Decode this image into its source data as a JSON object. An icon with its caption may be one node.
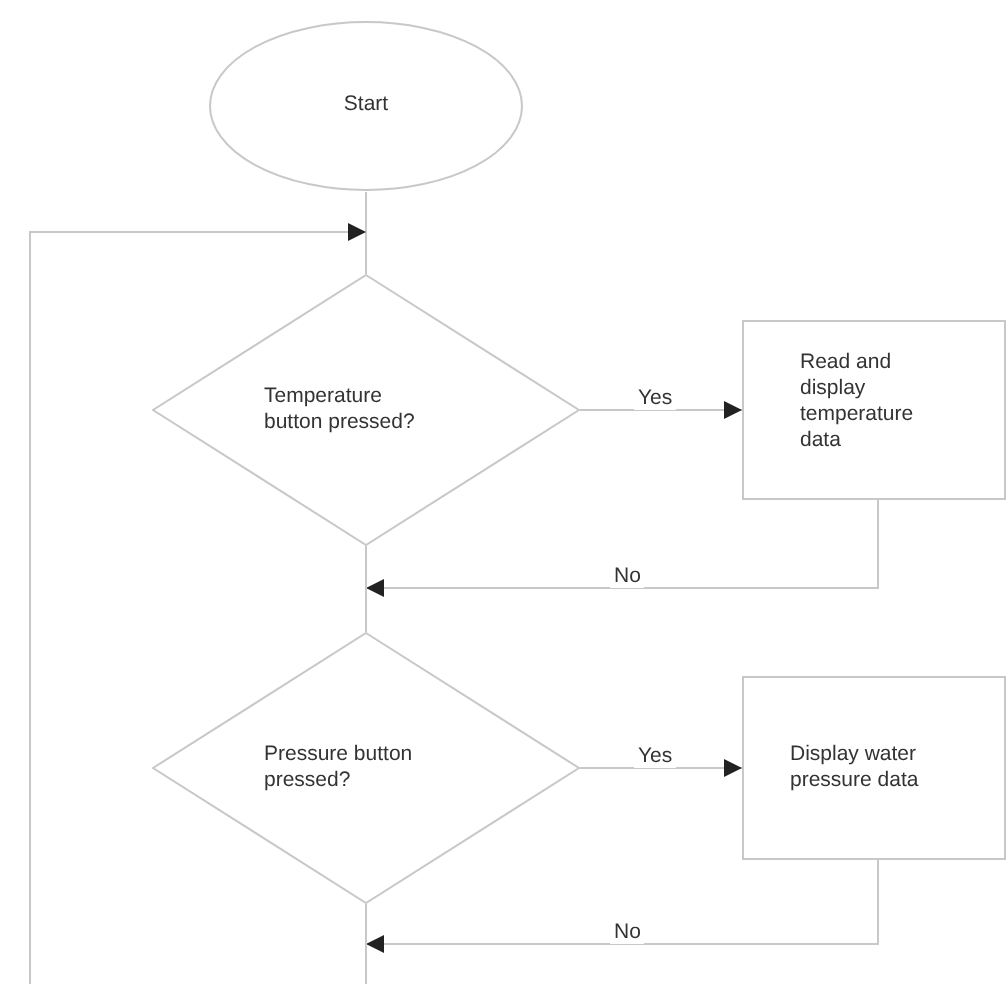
{
  "diagram": {
    "nodes": [
      {
        "text": [
          "Start"
        ]
      },
      {
        "text": [
          "Temperature button pressed?"
        ]
      },
      {
        "text": [
          "Read and display temperature data"
        ]
      },
      {
        "text": [
          "Pressure button pressed?"
        ]
      },
      {
        "text": [
          "Display water pressure data"
        ]
      }
    ],
    "edges": [
      {
        "from": 0,
        "to": 1,
        "arrow": "none"
      },
      {
        "from": null,
        "to": 1,
        "arrow": "to"
      },
      {
        "from": 1,
        "to": 2,
        "arrow": "to",
        "label": "Yes"
      },
      {
        "from": 2,
        "to": 3,
        "arrow": "to",
        "label": "No"
      },
      {
        "from": 1,
        "to": 3,
        "arrow": "none"
      },
      {
        "from": 3,
        "to": 4,
        "arrow": "to",
        "label": "Yes"
      },
      {
        "from": 4,
        "to": null,
        "arrow": "to",
        "label": "No"
      },
      {
        "from": 3,
        "to": null,
        "arrow": "none"
      }
    ]
  }
}
